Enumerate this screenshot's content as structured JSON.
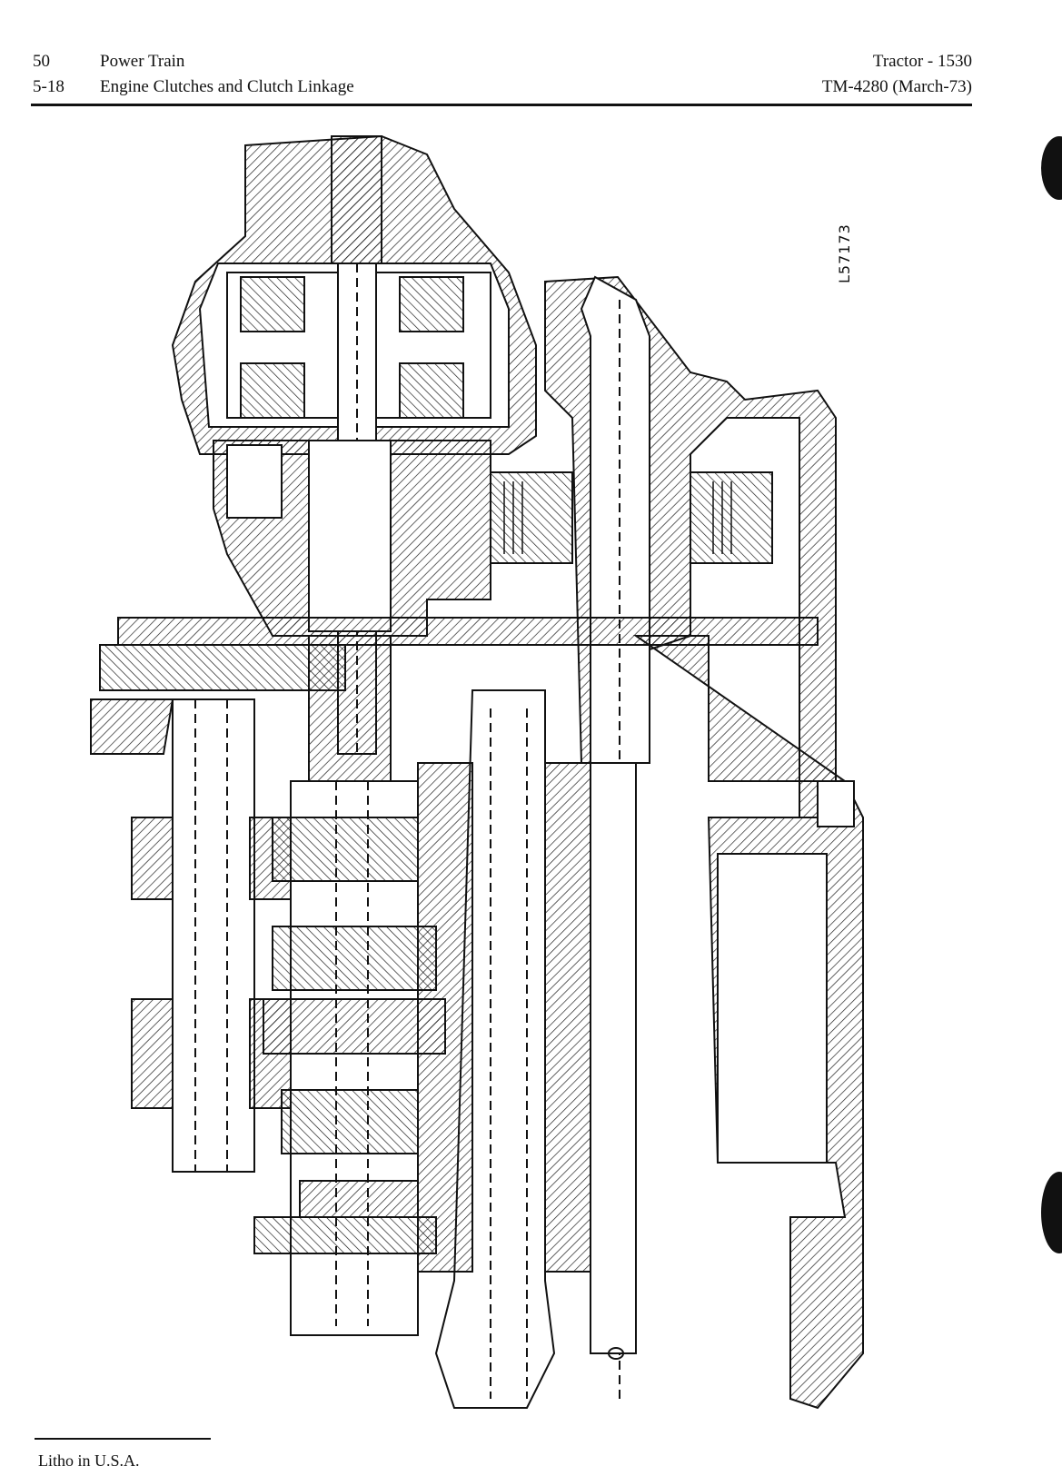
{
  "header": {
    "section_number": "50",
    "section_title": "Power Train",
    "page_number": "5-18",
    "page_title": "Engine Clutches and Clutch Linkage",
    "machine": "Tractor - 1530",
    "manual": "TM-4280 (March-73)"
  },
  "figure": {
    "id": "L57173"
  },
  "footer": {
    "litho": "Litho in U.S.A."
  }
}
